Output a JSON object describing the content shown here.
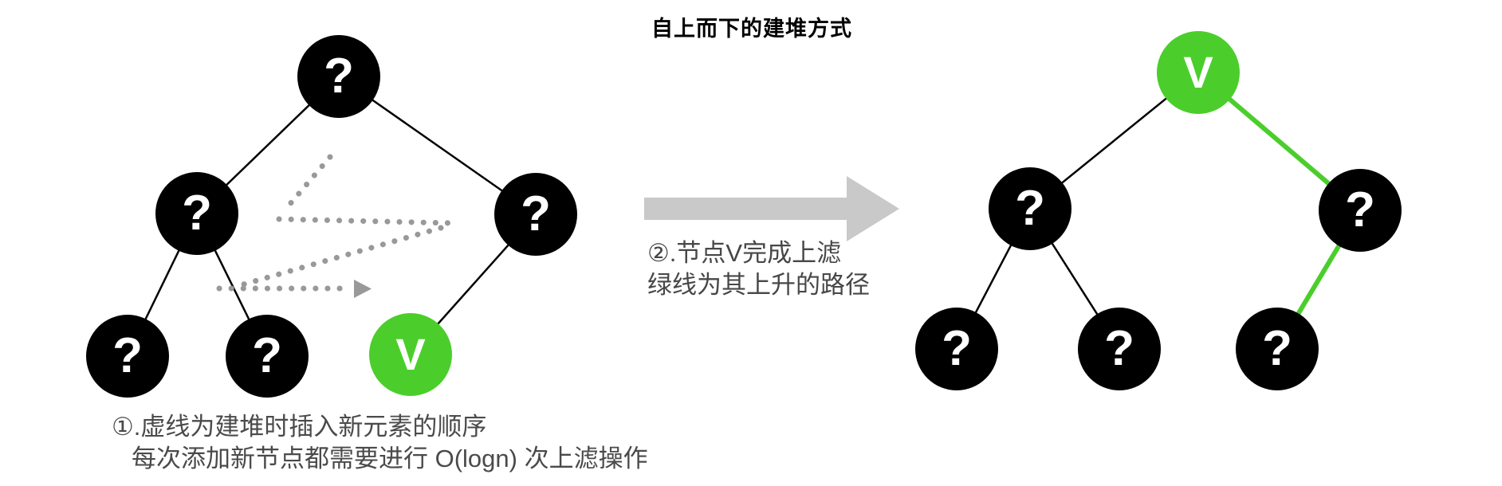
{
  "title": "自上而下的建堆方式",
  "colors": {
    "node_black": "#000000",
    "node_green": "#4bce2c",
    "path_green": "#4bce2c",
    "big_arrow_gray": "#c9c9c9",
    "dotted_gray": "#999999",
    "caption_gray": "#4a4a4a"
  },
  "left_tree": {
    "nodes": {
      "root": {
        "label": "?"
      },
      "l": {
        "label": "?"
      },
      "r": {
        "label": "?"
      },
      "ll": {
        "label": "?"
      },
      "lr": {
        "label": "?"
      },
      "v": {
        "label": "V"
      }
    }
  },
  "right_tree": {
    "nodes": {
      "v": {
        "label": "V"
      },
      "l": {
        "label": "?"
      },
      "r": {
        "label": "?"
      },
      "ll": {
        "label": "?"
      },
      "lr": {
        "label": "?"
      },
      "rl": {
        "label": "?"
      }
    }
  },
  "middle_caption": {
    "line1": "②.节点V完成上滤",
    "line2": "绿线为其上升的路径"
  },
  "bottom_caption": {
    "line1": "①.虚线为建堆时插入新元素的顺序",
    "line2": "每次添加新节点都需要进行 O(logn) 次上滤操作"
  }
}
